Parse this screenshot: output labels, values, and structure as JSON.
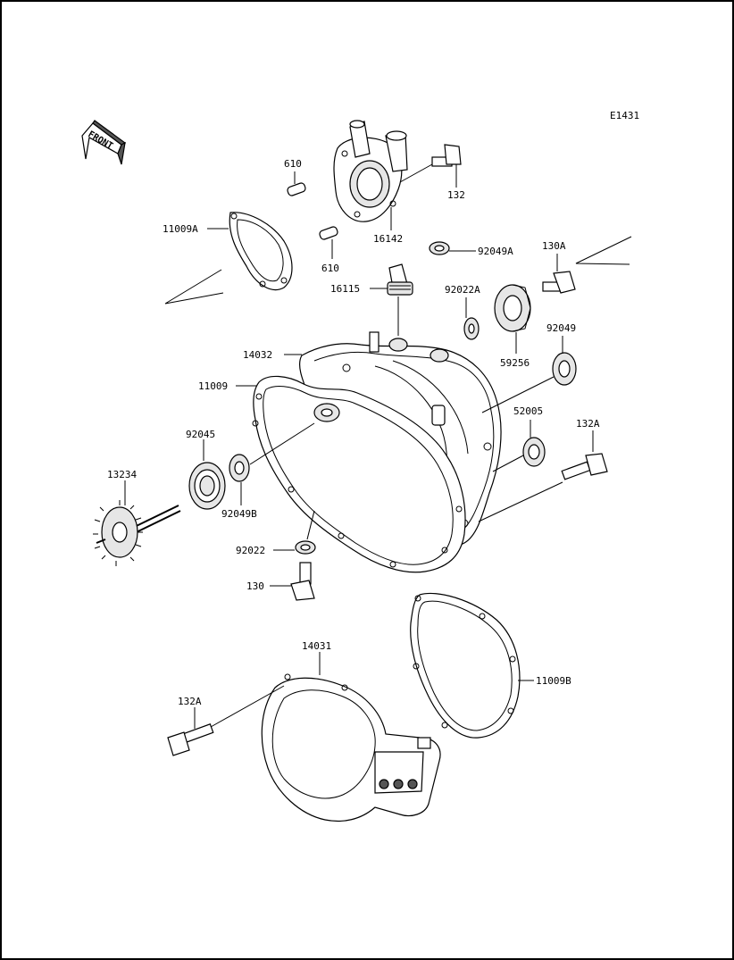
{
  "diagram_code": "E1431",
  "front_label": "FRONT",
  "labels": {
    "p610a": "610",
    "p610b": "610",
    "p11009A": "11009A",
    "p16142": "16142",
    "p132": "132",
    "p92049A": "92049A",
    "p130A": "130A",
    "p16115": "16115",
    "p92022A": "92022A",
    "p92049": "92049",
    "p59256": "59256",
    "p14032": "14032",
    "p11009": "11009",
    "p52005": "52005",
    "p132A_top": "132A",
    "p92045": "92045",
    "p13234": "13234",
    "p92049B": "92049B",
    "p92022": "92022",
    "p130": "130",
    "p14031": "14031",
    "p132A_bot": "132A",
    "p11009B": "11009B"
  }
}
